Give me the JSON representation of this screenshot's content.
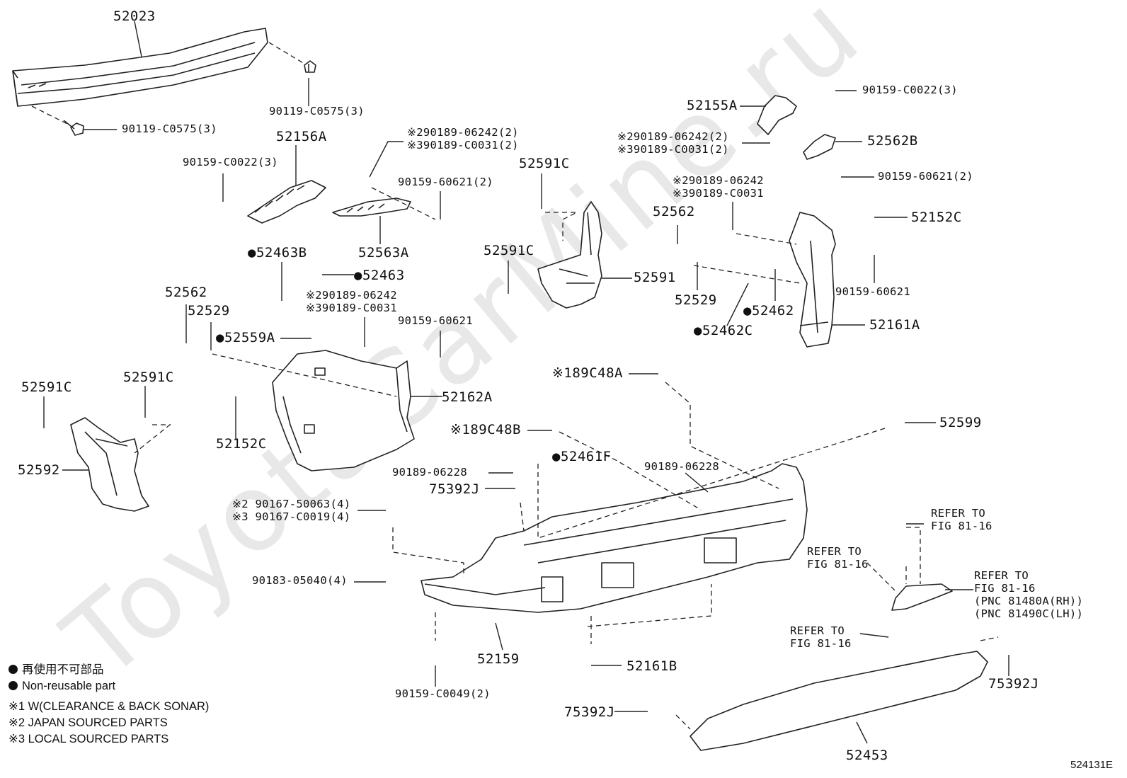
{
  "watermark": "ToyotaCarMine.ru",
  "figure_id": "524131E",
  "labels": {
    "p52023": "52023",
    "p90119a": "90119-C0575(3)",
    "p90119b": "90119-C0575(3)",
    "p52156A": "52156A",
    "p90159_c0022_l": "90159-C0022(3)",
    "p290189_l": "※290189-06242(2)",
    "p390189_l": "※390189-C0031(2)",
    "p90159_60621_2a": "90159-60621(2)",
    "p52563A": "52563A",
    "p52463B": "●52463B",
    "p52463": "●52463",
    "p290189_m": "※290189-06242",
    "p390189_m": "※390189-C0031",
    "p90159_60621_m": "90159-60621",
    "p52562_l": "52562",
    "p52529_l": "52529",
    "p52559A": "●52559A",
    "p52162A": "52162A",
    "p52591C_a": "52591C",
    "p52591C_b": "52591C",
    "p52592": "52592",
    "p52152C_l": "52152C",
    "p52591C_c": "52591C",
    "p52591C_d": "52591C",
    "p52591": "52591",
    "p52155A": "52155A",
    "p90159_c0022_r": "90159-C0022(3)",
    "p290189_r": "※290189-06242(2)",
    "p390189_r": "※390189-C0031(2)",
    "p52562B": "52562B",
    "p90159_60621_2b": "90159-60621(2)",
    "p290189_r2": "※290189-06242",
    "p390189_r2": "※390189-C0031",
    "p52562_r": "52562",
    "p52152C_r": "52152C",
    "p90159_60621_r": "90159-60621",
    "p52529_r": "52529",
    "p52462": "●52462",
    "p52462C": "●52462C",
    "p52161A": "52161A",
    "p189C48A": "※189C48A",
    "p189C48B": "※189C48B",
    "p52461F": "●52461F",
    "p90189_06228a": "90189-06228",
    "p90189_06228b": "90189-06228",
    "p75392J_a": "75392J",
    "p52599": "52599",
    "p2_90167": "※2 90167-50063(4)",
    "p3_90167": "※3 90167-C0019(4)",
    "p90183": "90183-05040(4)",
    "p52159": "52159",
    "p90159_c0049": "90159-C0049(2)",
    "p52161B": "52161B",
    "p75392J_b": "75392J",
    "p52453": "52453",
    "p75392J_c": "75392J",
    "refer1": "REFER TO",
    "refer1b": "FIG 81-16",
    "refer2": "REFER TO",
    "refer2b": "FIG 81-16",
    "refer3": "REFER TO",
    "refer3b": "FIG 81-16",
    "refer3c": "(PNC 81480A(RH))",
    "refer3d": "(PNC 81490C(LH))",
    "refer4": "REFER TO",
    "refer4b": "FIG 81-16"
  },
  "legend": {
    "jp": "再使用不可部品",
    "en": "Non-reusable part",
    "note1": "※1 W(CLEARANCE & BACK SONAR)",
    "note2": "※2 JAPAN SOURCED PARTS",
    "note3": "※3 LOCAL SOURCED PARTS"
  }
}
